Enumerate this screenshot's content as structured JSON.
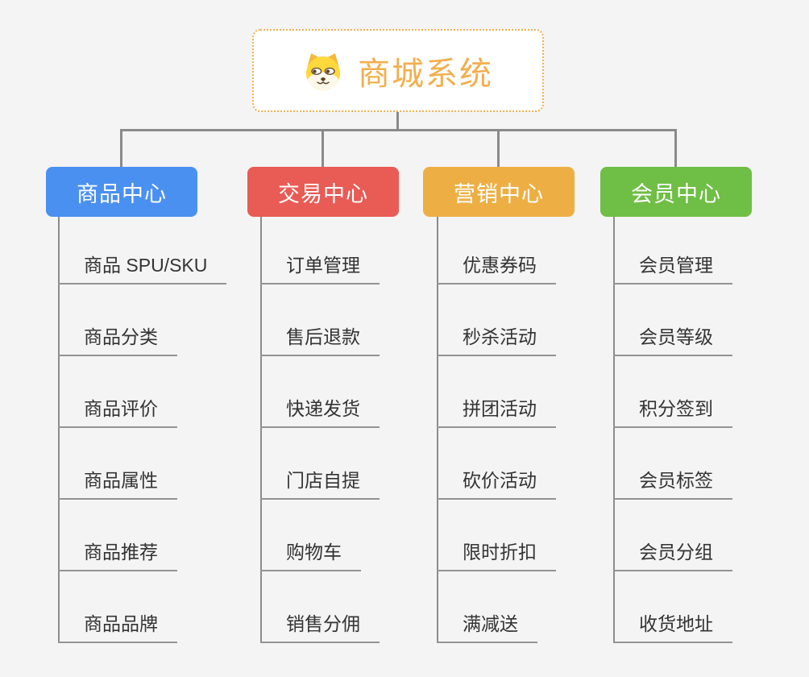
{
  "root": {
    "title": "商城系统",
    "icon": "dog-face-icon",
    "title_color": "#F2AF4E",
    "border_color": "#F5AE4F"
  },
  "branches": [
    {
      "label": "商品中心",
      "color": "#4A90F0",
      "items": [
        "商品 SPU/SKU",
        "商品分类",
        "商品评价",
        "商品属性",
        "商品推荐",
        "商品品牌"
      ]
    },
    {
      "label": "交易中心",
      "color": "#E95B55",
      "items": [
        "订单管理",
        "售后退款",
        "快递发货",
        "门店自提",
        "购物车",
        "销售分佣"
      ]
    },
    {
      "label": "营销中心",
      "color": "#EDAF44",
      "items": [
        "优惠券码",
        "秒杀活动",
        "拼团活动",
        "砍价活动",
        "限时折扣",
        "满减送"
      ]
    },
    {
      "label": "会员中心",
      "color": "#6FBE45",
      "items": [
        "会员管理",
        "会员等级",
        "积分签到",
        "会员标签",
        "会员分组",
        "收货地址"
      ]
    }
  ],
  "connector_color": "#8A8A8A",
  "item_underline_color": "#939393",
  "item_text_color": "#333333",
  "background_color": "#F4F4F4"
}
